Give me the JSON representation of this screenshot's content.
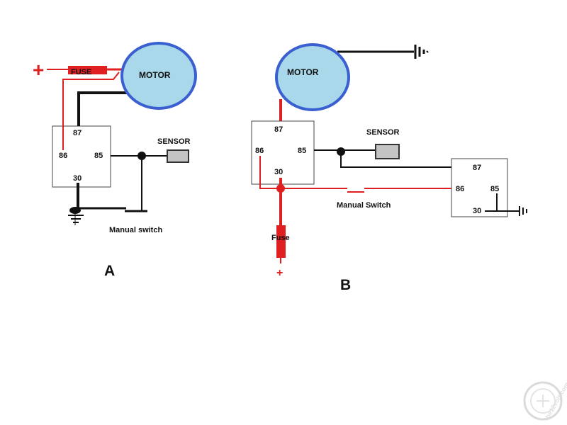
{
  "colors": {
    "wire_black": "#111111",
    "wire_red": "#e02020",
    "motor_fill": "#a8d8ea",
    "motor_stroke": "#3a5fd0",
    "sensor_fill": "#c4c4c4",
    "relay_stroke": "#444444",
    "text": "#111111"
  },
  "diagram_a": {
    "label": "A",
    "plus_symbol": "+",
    "fuse_label": "FUSE",
    "motor_label": "MOTOR",
    "sensor_label": "SENSOR",
    "switch_label": "Manual switch",
    "relay": {
      "pin_87": "87",
      "pin_86": "86",
      "pin_85": "85",
      "pin_30": "30"
    }
  },
  "diagram_b": {
    "label": "B",
    "plus_symbol": "+",
    "fuse_label": "Fuse",
    "motor_label": "MOTOR",
    "sensor_label": "SENSOR",
    "switch_label": "Manual Switch",
    "relay_1": {
      "pin_87": "87",
      "pin_86": "86",
      "pin_85": "85",
      "pin_30": "30"
    },
    "relay_2": {
      "pin_87": "87",
      "pin_86": "86",
      "pin_85": "85",
      "pin_30": "30"
    }
  },
  "watermark": {
    "icon": "the12volt-logo-icon",
    "text": "the12volt.com"
  }
}
